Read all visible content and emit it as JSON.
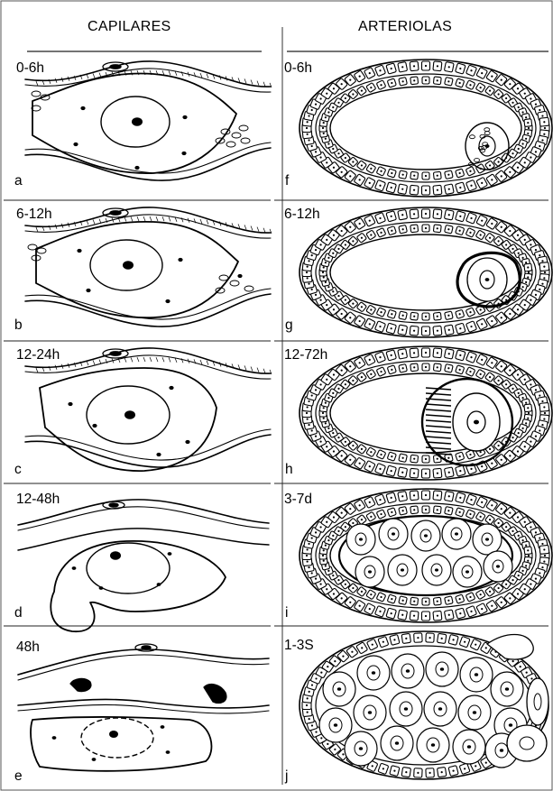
{
  "headers": {
    "left": "CAPILARES",
    "right": "ARTERIOLAS"
  },
  "rows": [
    {
      "left_time": "0-6h",
      "left_letter": "a",
      "right_time": "0-6h",
      "right_letter": "f"
    },
    {
      "left_time": "6-12h",
      "left_letter": "b",
      "right_time": "6-12h",
      "right_letter": "g"
    },
    {
      "left_time": "12-24h",
      "left_letter": "c",
      "right_time": "12-72h",
      "right_letter": "h"
    },
    {
      "left_time": "12-48h",
      "left_letter": "d",
      "right_time": "3-7d",
      "right_letter": "i"
    },
    {
      "left_time": "48h",
      "left_letter": "e",
      "right_time": "1-3S",
      "right_letter": "j"
    }
  ],
  "colors": {
    "ink": "#000000",
    "paper": "#ffffff"
  }
}
